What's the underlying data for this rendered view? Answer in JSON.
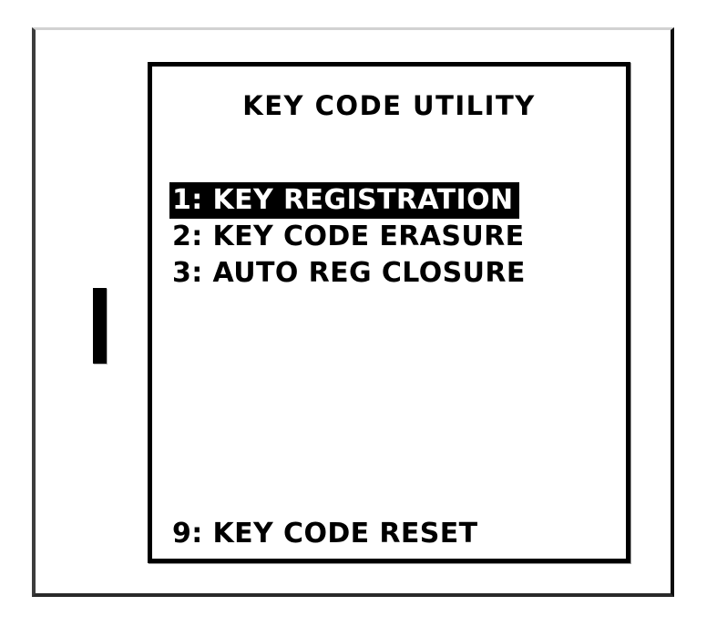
{
  "screen": {
    "title": "KEY CODE UTILITY",
    "colors": {
      "background": "#ffffff",
      "foreground": "#000000",
      "highlight_background": "#000000",
      "highlight_foreground": "#ffffff",
      "bezel_dark": "#3c3c3c",
      "bezel_light": "#d2d2d2"
    }
  },
  "menu": {
    "items": [
      {
        "key": "1",
        "label": "1: KEY REGISTRATION",
        "selected": true
      },
      {
        "key": "2",
        "label": "2: KEY CODE ERASURE",
        "selected": false
      },
      {
        "key": "3",
        "label": "3: AUTO REG CLOSURE",
        "selected": false
      }
    ],
    "footer": {
      "key": "9",
      "label": "9: KEY CODE RESET",
      "selected": false
    }
  },
  "indicator": {
    "name": "side-marker-bar"
  }
}
